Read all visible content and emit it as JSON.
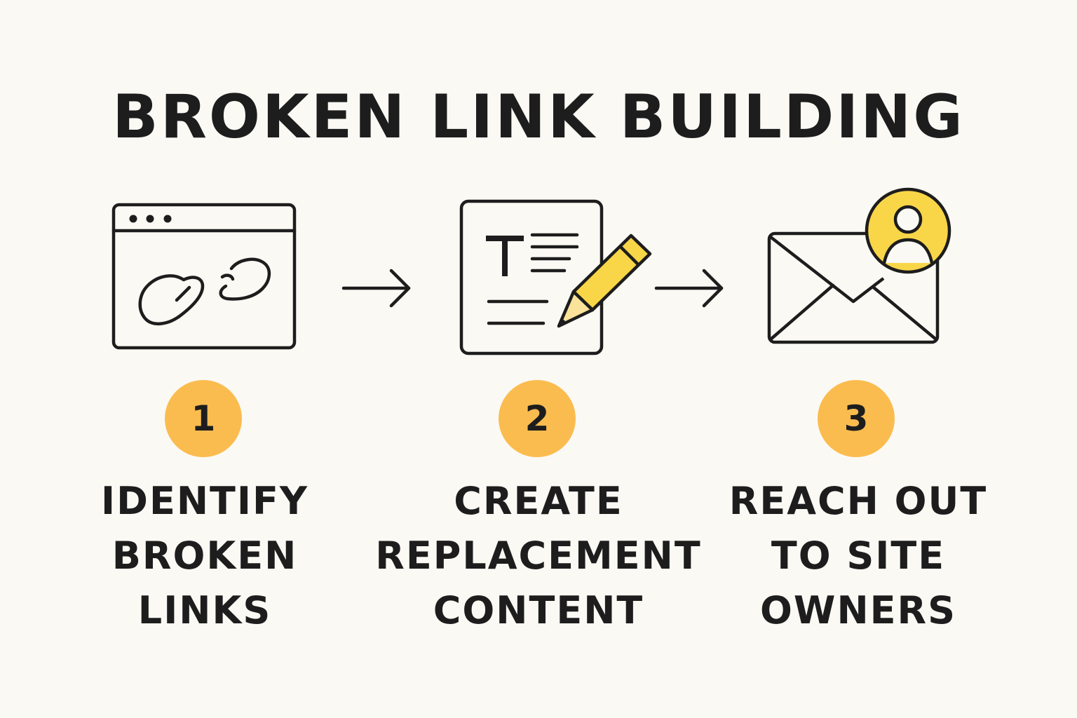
{
  "title": "BROKEN LINK BUILDING",
  "colors": {
    "background": "#fbf9f4",
    "accent_yellow": "#fbbc4f",
    "icon_yellow": "#f9d648",
    "ink": "#1d1d1d"
  },
  "steps": [
    {
      "number": "1",
      "icon": "browser-broken-link-icon",
      "label_lines": [
        "IDENTIFY",
        "BROKEN",
        "LINKS"
      ]
    },
    {
      "number": "2",
      "icon": "document-pencil-icon",
      "label_lines": [
        "CREATE",
        "REPLACEMENT",
        "CONTENT"
      ]
    },
    {
      "number": "3",
      "icon": "envelope-user-icon",
      "label_lines": [
        "REACH OUT",
        "TO SITE",
        "OWNERS"
      ]
    }
  ],
  "arrows": [
    "arrow-right-icon",
    "arrow-right-icon"
  ]
}
